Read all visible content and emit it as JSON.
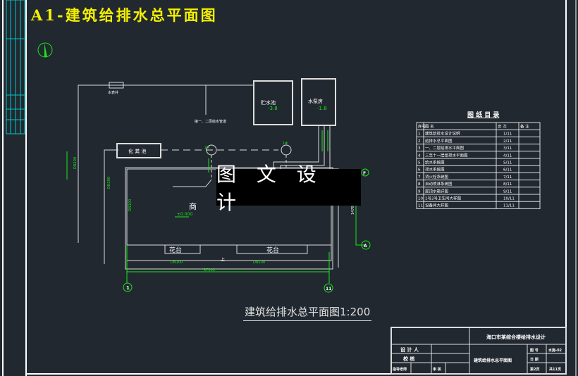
{
  "title": "A1-建筑给排水总平面图",
  "watermark": "图 文 设 计",
  "plan_title": "建筑给排水总平面图",
  "plan_scale": "1:200",
  "labels": {
    "room1": "贮水池",
    "room1_elev": "-3.8",
    "room2": "水泵房",
    "room2_elev": "-1.8",
    "septic": "化 粪 池",
    "shop": "商",
    "floor_elev": "±0.000",
    "planter1": "花台",
    "planter2": "花台",
    "up": "上",
    "dn1": "DN100",
    "dn2": "DN200",
    "dn3": "DN100",
    "dn4": "DN100",
    "dn5": "DN100",
    "dim": "37200",
    "dim2": "14700",
    "well1": "2#",
    "well2": "1#",
    "meter": "水表井",
    "pipe_note": "接一、二层给水管道",
    "axis_f": "F",
    "axis_a": "A",
    "axis_1": "1",
    "axis_11": "11"
  },
  "index": {
    "title": "图 纸 目 录",
    "headers": [
      "序号",
      "图 名",
      "页 次",
      "备 注"
    ],
    "rows": [
      [
        "1",
        "建筑给排水设计说明",
        "1/11",
        ""
      ],
      [
        "2",
        "给排水总平面图",
        "2/11",
        ""
      ],
      [
        "3",
        "一、二层给排水平面图",
        "3/11",
        ""
      ],
      [
        "4",
        "三至十一层给排水平面图",
        "4/11",
        ""
      ],
      [
        "5",
        "给水系统图",
        "5/11",
        ""
      ],
      [
        "6",
        "排水系统图",
        "6/11",
        ""
      ],
      [
        "7",
        "消火栓系统图",
        "7/11",
        ""
      ],
      [
        "8",
        "自动喷淋系统图",
        "8/11",
        ""
      ],
      [
        "9",
        "屋顶水箱详图",
        "9/11",
        ""
      ],
      [
        "10",
        "1号2号卫生间大样图",
        "10/11",
        ""
      ],
      [
        "11",
        "设备间大样图",
        "11/11",
        ""
      ]
    ]
  },
  "titleblock": {
    "project": "海口市某综合楼给排水设计",
    "designer": "设 计 人",
    "checker": "校 核",
    "advisor": "指导老师",
    "review": "审 核",
    "drawing": "建筑给排水总平面图",
    "drawing_no_label": "图 号",
    "drawing_no": "水施-02",
    "date_label": "日 期",
    "sheet": "第2页",
    "total": "共11页"
  }
}
